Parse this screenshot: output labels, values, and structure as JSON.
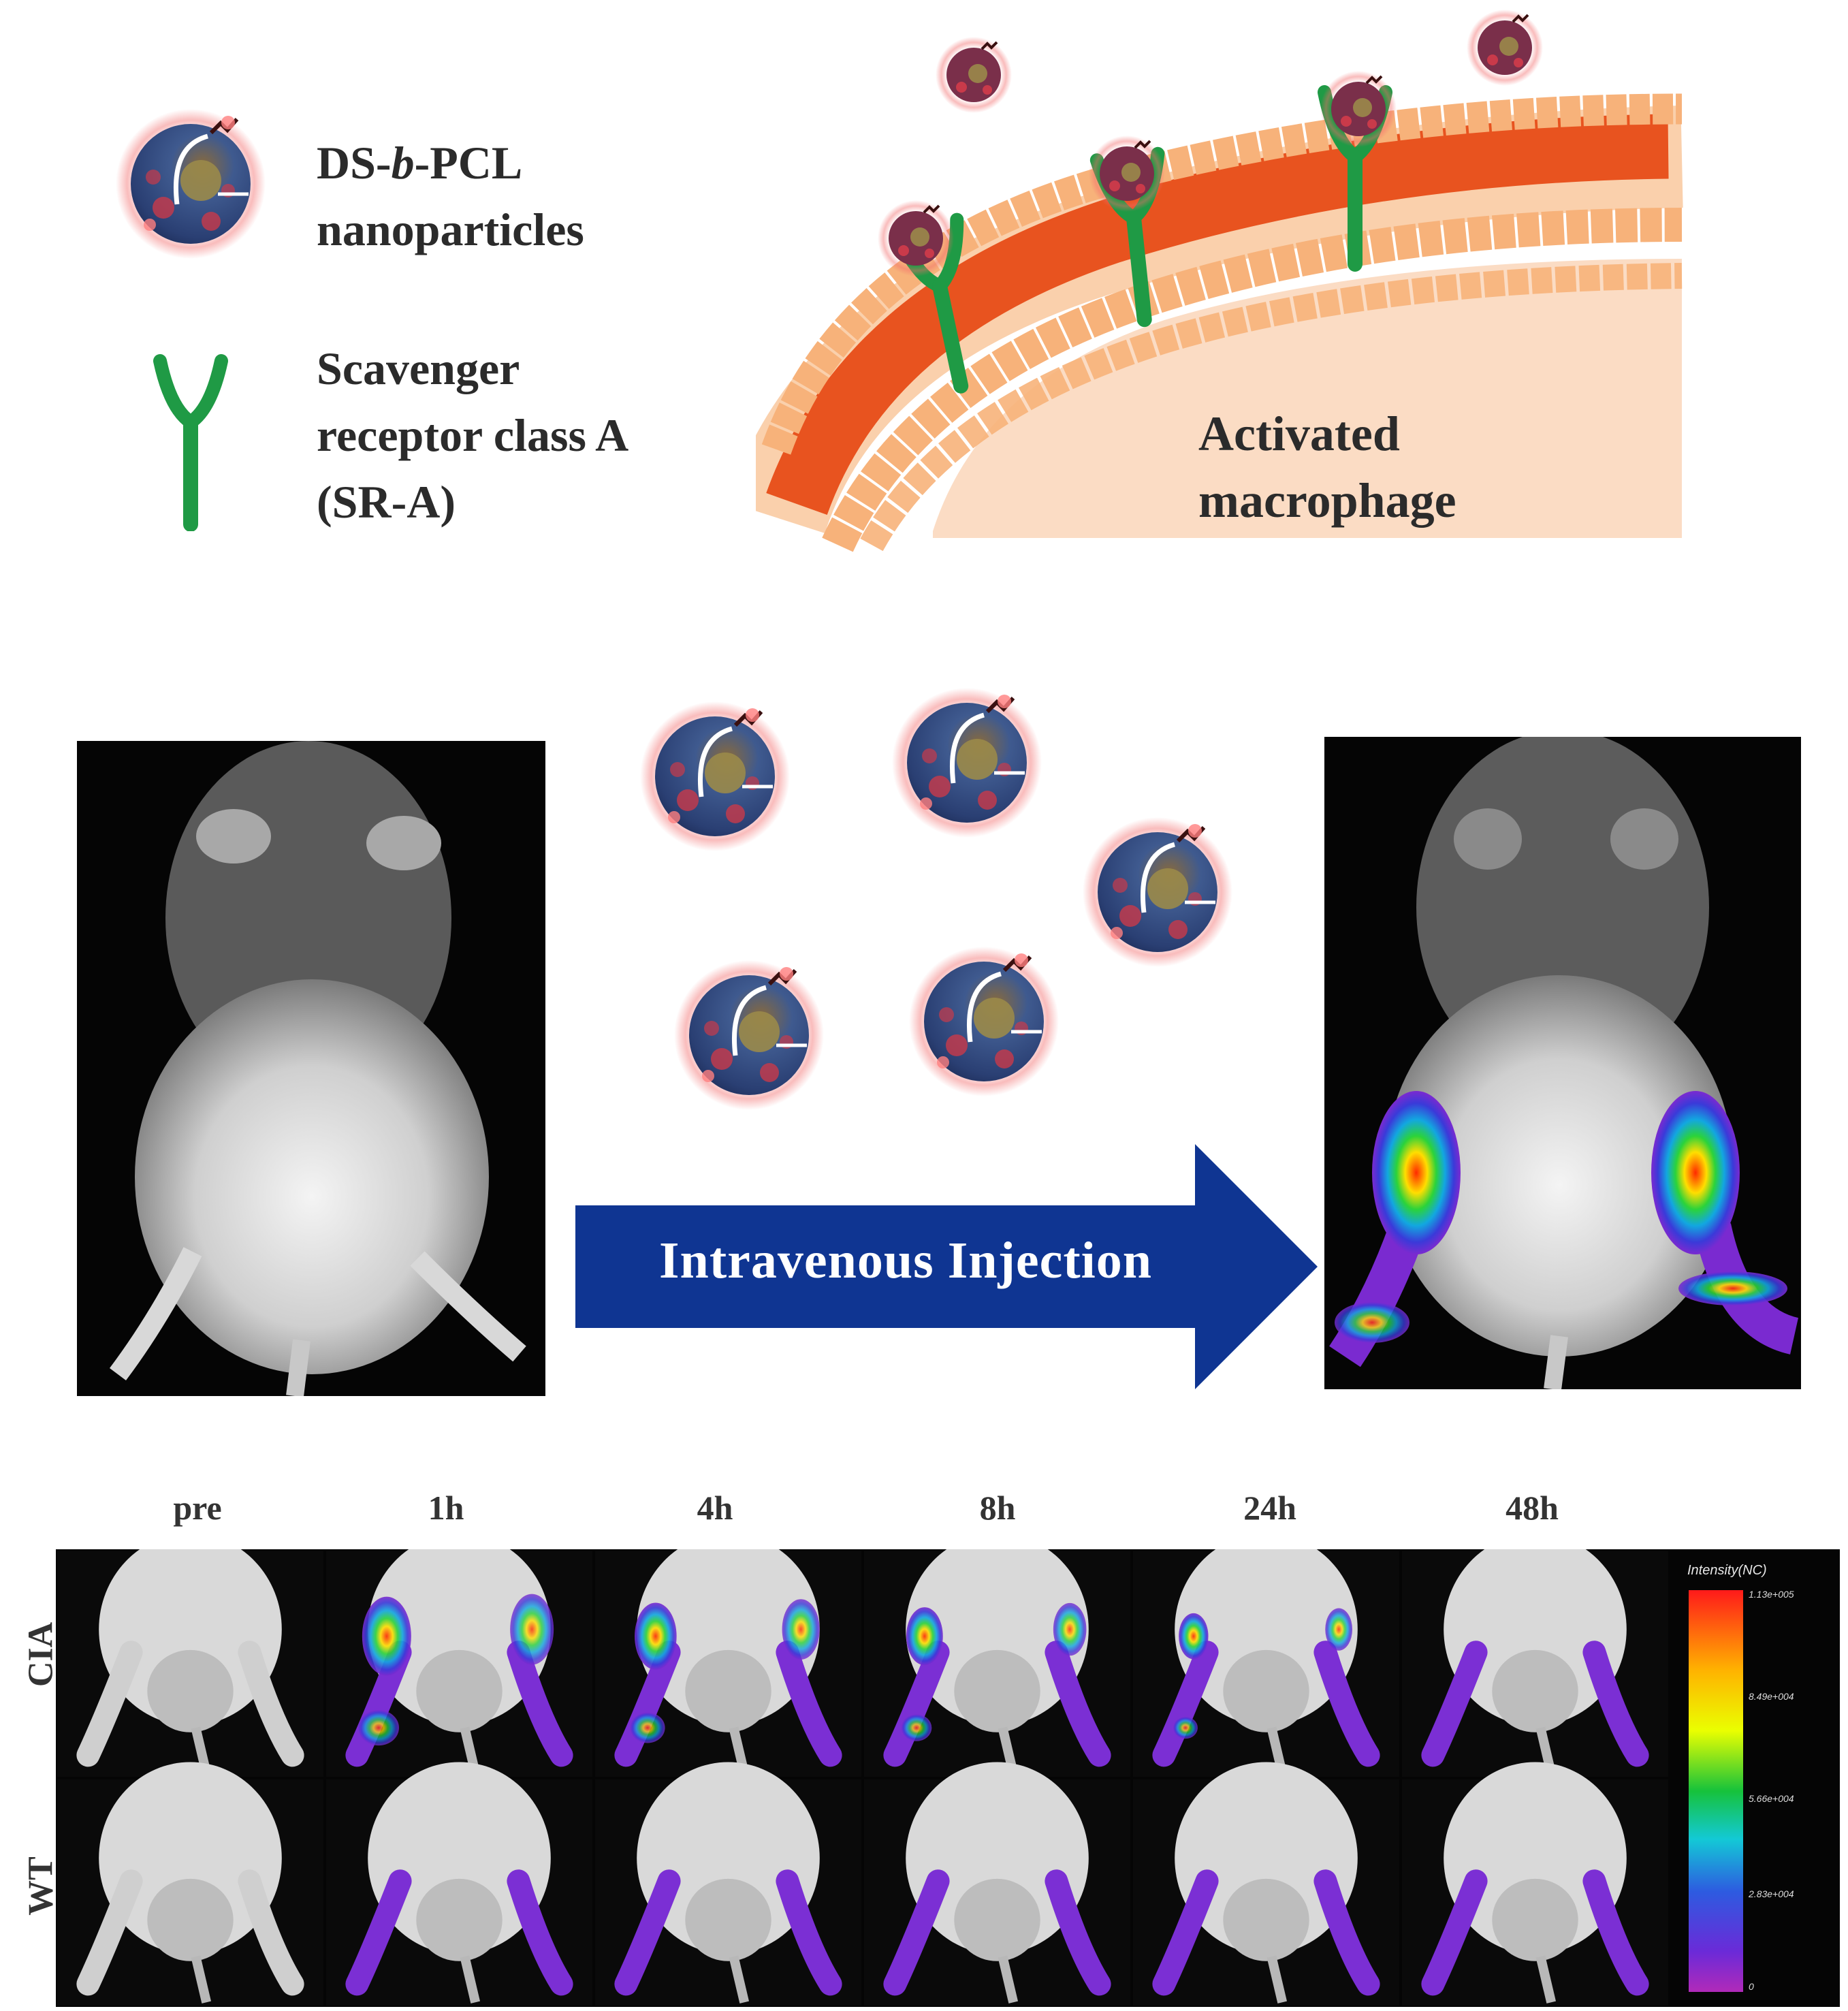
{
  "legend": {
    "nanoparticle_line1": "DS-",
    "nanoparticle_b": "b",
    "nanoparticle_line1_end": "-PCL",
    "nanoparticle_line2": "nanoparticles",
    "receptor_line1": "Scavenger",
    "receptor_line2": "receptor class A",
    "receptor_line3": "(SR-A)"
  },
  "membrane": {
    "label_line1": "Activated",
    "label_line2": "macrophage"
  },
  "injection": {
    "arrow_label": "Intravenous Injection"
  },
  "timeline": {
    "timepoints": [
      "pre",
      "1h",
      "4h",
      "8h",
      "24h",
      "48h"
    ],
    "rows": [
      "CIA",
      "WT"
    ],
    "colorbar": {
      "title": "Intensity(NC)",
      "ticks": [
        "1.13e+005",
        "8.49e+004",
        "5.66e+004",
        "2.83e+004",
        "0"
      ]
    }
  },
  "colors": {
    "arrow": "#0f3592",
    "membrane_dark": "#e8531f",
    "membrane_head": "#f7b27a",
    "cytoplasm": "#fbdcc4",
    "receptor": "#1f9a45",
    "particle_core": "#2f4f86"
  }
}
